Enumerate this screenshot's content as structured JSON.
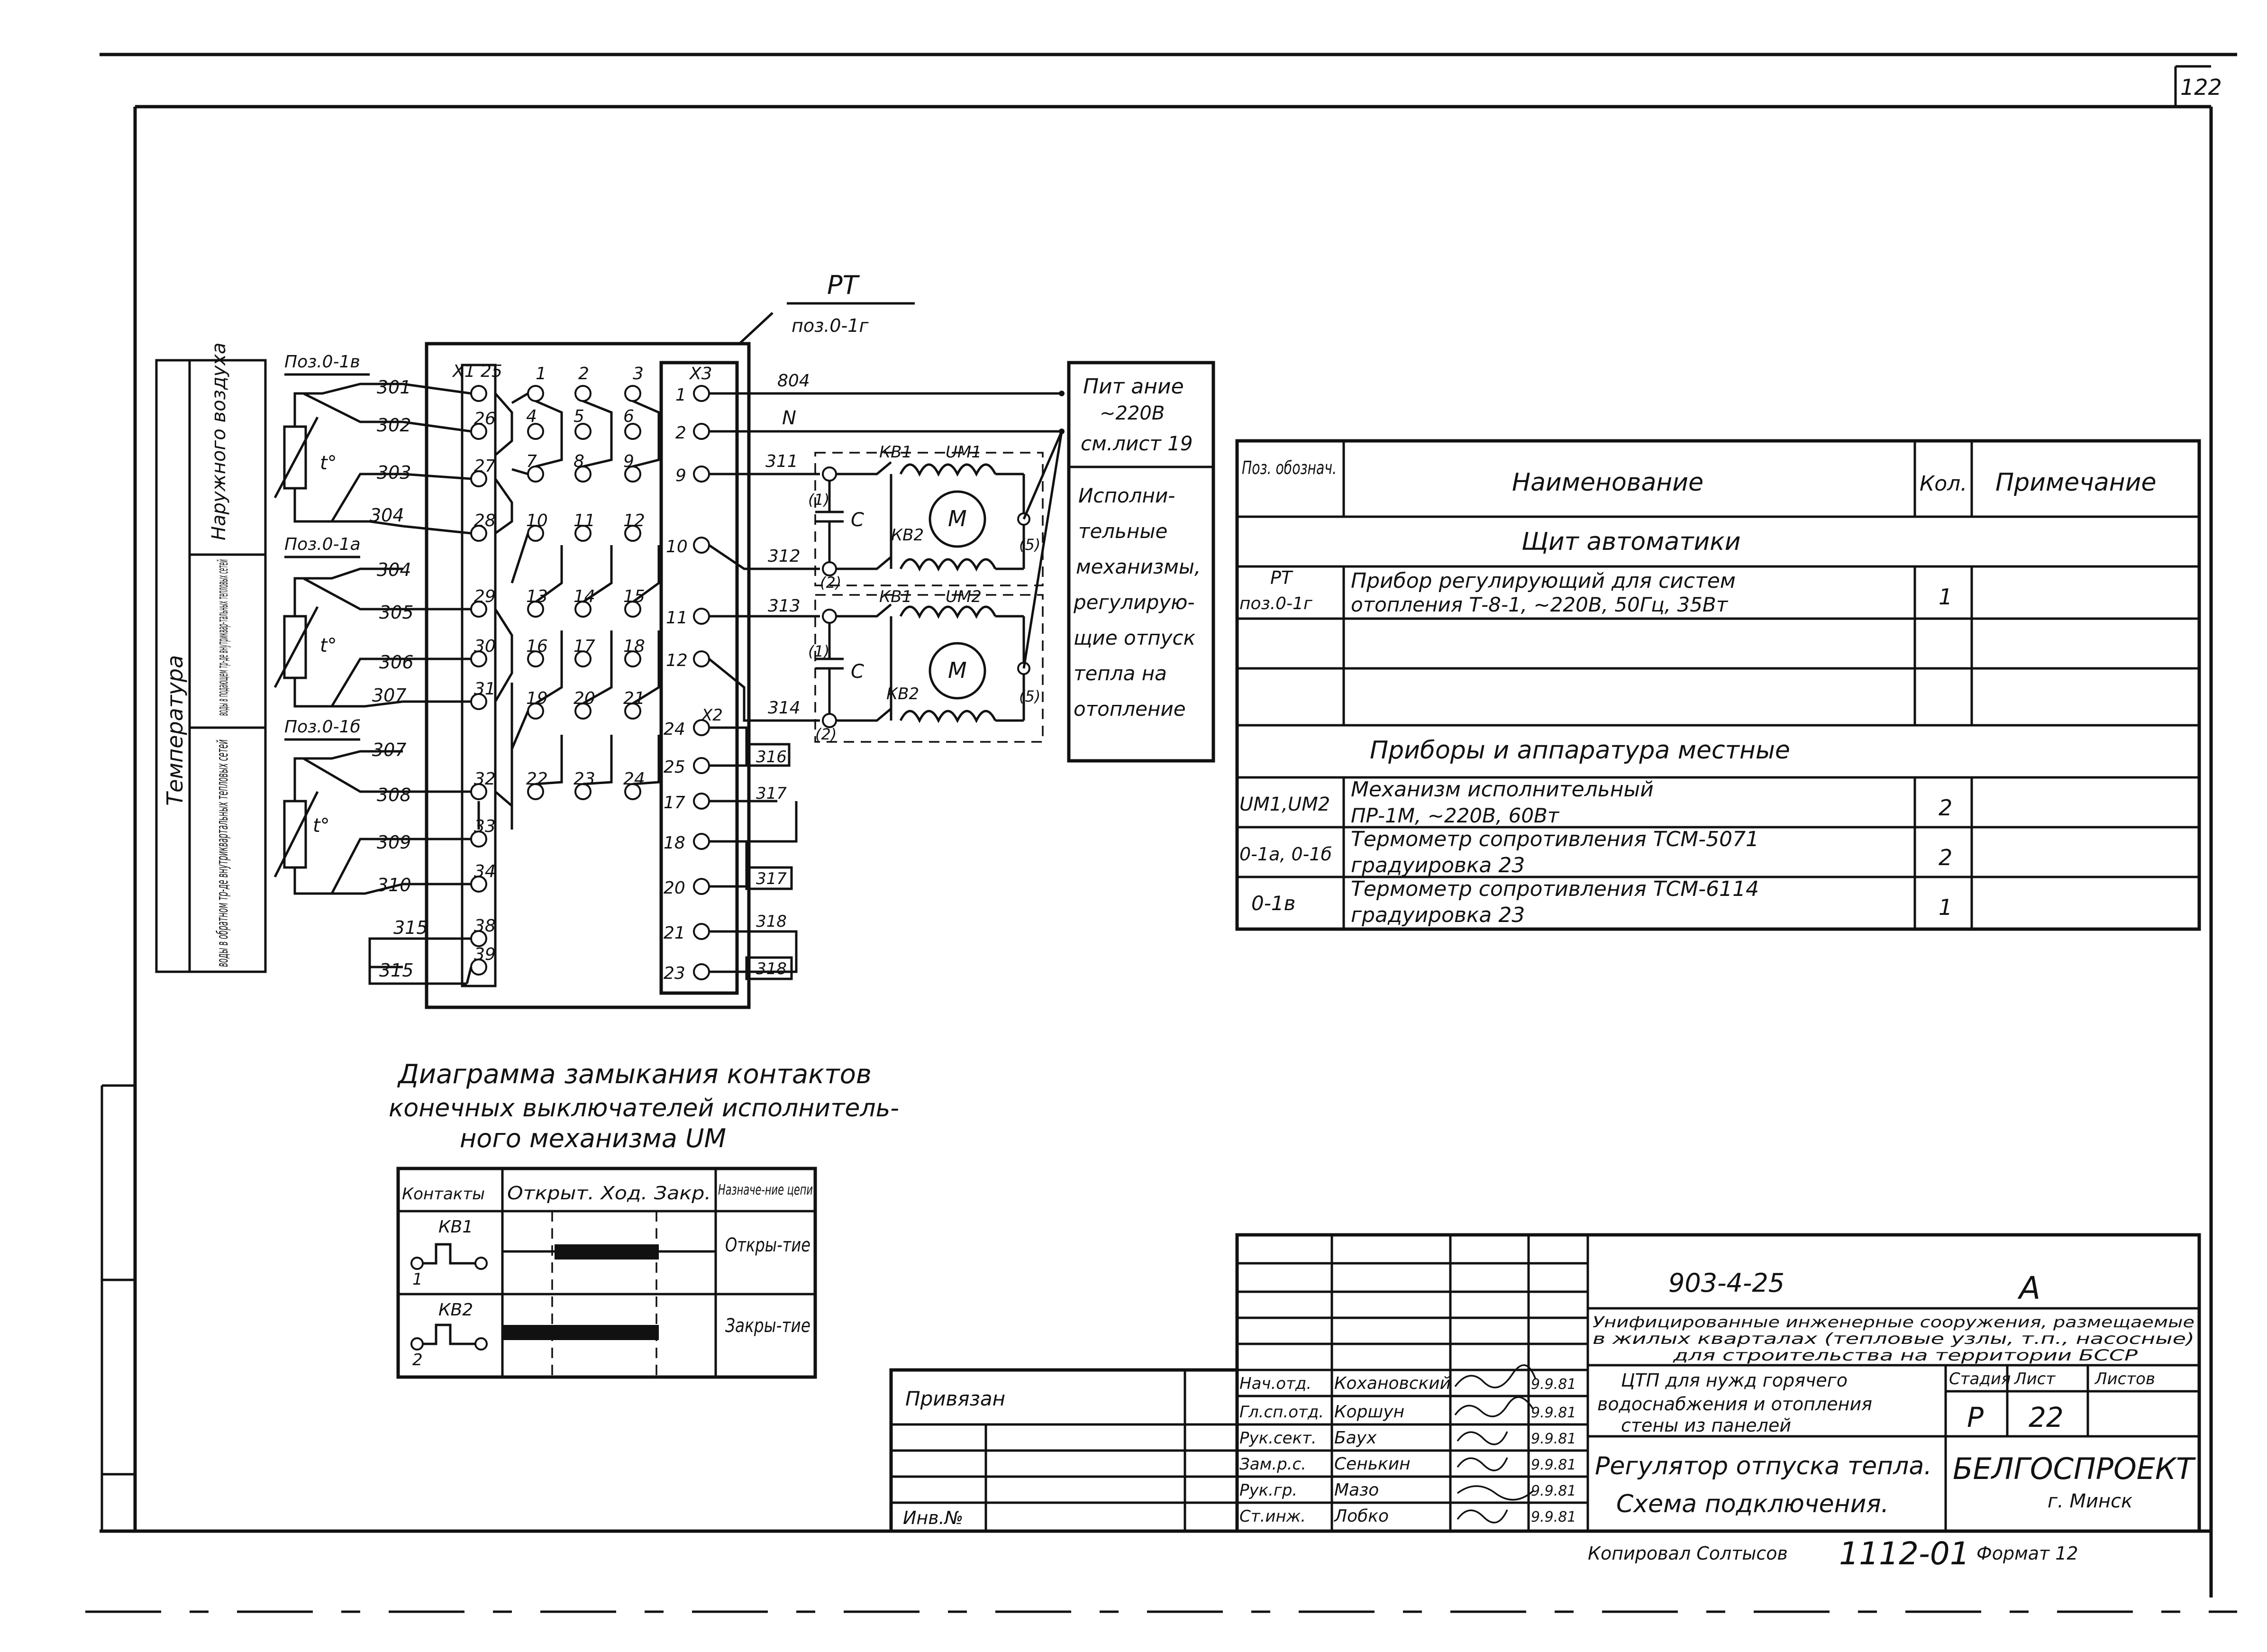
{
  "sheet": {
    "page_number": "122",
    "format": "Формат 12"
  },
  "device": {
    "designation": "РТ",
    "position": "поз.0-1г",
    "connector_x1": "Х1 25",
    "connector_x2": "Х2",
    "connector_x3": "Х3",
    "column_headers": [
      "1",
      "2",
      "3"
    ],
    "left_terminals": [
      "26",
      "27",
      "28",
      "29",
      "30",
      "31",
      "32",
      "33",
      "34",
      "38",
      "39"
    ],
    "mid_terminals": [
      "4",
      "7",
      "10",
      "13",
      "16",
      "19",
      "22",
      "5",
      "8",
      "11",
      "14",
      "17",
      "20",
      "23",
      "6",
      "9",
      "12",
      "15",
      "18",
      "21",
      "24"
    ],
    "x3_terminals": [
      "1",
      "2",
      "9",
      "10",
      "11",
      "12"
    ],
    "x2_terminals": [
      "24",
      "25",
      "17",
      "18",
      "20",
      "21",
      "23"
    ]
  },
  "wires": {
    "left": [
      "301",
      "302",
      "303",
      "304",
      "304",
      "305",
      "306",
      "307",
      "307",
      "308",
      "309",
      "310",
      "315",
      "315"
    ],
    "right": [
      "804",
      "N",
      "311",
      "312",
      "313",
      "314",
      "316",
      "317",
      "317",
      "318",
      "318"
    ]
  },
  "sensors": {
    "group_header": "Температура",
    "labels": [
      {
        "pos": "Поз.0-1в",
        "text": "Наружного воздуха"
      },
      {
        "pos": "Поз.0-1а",
        "text": "воды в подающем тр-де внутриквар-тальных тепловых сетей"
      },
      {
        "pos": "Поз.0-1б",
        "text": "воды в обратном тр-де внутриквартальных тепловых сетей"
      }
    ],
    "symbol": "t°"
  },
  "motors": {
    "um1": "UM1",
    "um2": "UM2",
    "kv1": "КВ1",
    "kv2": "КВ2",
    "cap": "С",
    "motor": "М",
    "point_marks": [
      "(1)",
      "(2)",
      "(5)",
      "(1)",
      "(2)",
      "(5)"
    ]
  },
  "power_box": {
    "line1": "Пит ание",
    "line2": "~220В",
    "line3": "см.лист 19",
    "actuators": [
      "Исполни-",
      "тельные",
      "механизмы,",
      "регулирую-",
      "щие отпуск",
      "тепла на",
      "отопление"
    ]
  },
  "spec_table": {
    "headers": {
      "pos": "Поз. обознач.",
      "name": "Наименование",
      "qty": "Кол.",
      "note": "Примечание"
    },
    "section1": "Щит автоматики",
    "row1": {
      "pos1": "РТ",
      "pos2": "поз.0-1г",
      "name1": "Прибор регулирующий для систем",
      "name2": "отопления Т-8-1, ~220В, 50Гц, 35Вт",
      "qty": "1"
    },
    "section2": "Приборы и аппаратура местные",
    "row2": {
      "pos": "UM1,UM2",
      "name1": "Механизм исполнительный",
      "name2": "ПР-1М, ~220В, 60Вт",
      "qty": "2"
    },
    "row3": {
      "pos": "0-1а, 0-1б",
      "name1": "Термометр сопротивления ТСМ-5071",
      "name2": "градуировка 23",
      "qty": "2"
    },
    "row4": {
      "pos": "0-1в",
      "name1": "Термометр сопротивления ТСМ-6114",
      "name2": "градуировка 23",
      "qty": "1"
    }
  },
  "diagram": {
    "title_l1": "Диаграмма замыкания контактов",
    "title_l2": "конечных выключателей исполнитель-",
    "title_l3": "ного механизма UM",
    "h_contacts": "Контакты",
    "h_travel": "Открыт. Ход. Закр.",
    "h_purpose": "Назначе-ние цепи",
    "kv1": "КВ1",
    "kv2": "КВ2",
    "kv1_n": "1",
    "kv2_n": "2",
    "r1": "Откры-тие",
    "r2": "Закры-тие"
  },
  "title_block": {
    "bound": "Привязан",
    "inv": "Инв.№",
    "code": "903-4-25",
    "letter": "А",
    "desc_l1": "Унифицированные инженерные сооружения, размещаемые",
    "desc_l2": "в жилых кварталах (тепловые узлы, т.п., насосные)",
    "desc_l3": "для строительства на территории БССР",
    "proj_l1": "ЦТП для нужд горячего",
    "proj_l2": "водоснабжения и отопления",
    "proj_l3": "стены из панелей",
    "stage_h": "Стадия",
    "sheet_h": "Лист",
    "sheets_h": "Листов",
    "stage": "Р",
    "sheet_no": "22",
    "drawing_l1": "Регулятор отпуска тепла.",
    "drawing_l2": "Схема подключения.",
    "org": "БЕЛГОСПРОЕКТ",
    "city": "г. Минск",
    "copied": "Копировал Солтысов",
    "number": "1112-01",
    "staff": [
      {
        "role": "Нач.отд.",
        "name": "Кохановский",
        "date": "9.9.81"
      },
      {
        "role": "Гл.сп.отд.",
        "name": "Коршун",
        "date": "9.9.81"
      },
      {
        "role": "Рук.сект.",
        "name": "Баух",
        "date": "9.9.81"
      },
      {
        "role": "Зам.р.с.",
        "name": "Сенькин",
        "date": "9.9.81"
      },
      {
        "role": "Рук.гр.",
        "name": "Мазо",
        "date": "9.9.81"
      },
      {
        "role": "Ст.инж.",
        "name": "Лобко",
        "date": "9.9.81"
      }
    ]
  }
}
